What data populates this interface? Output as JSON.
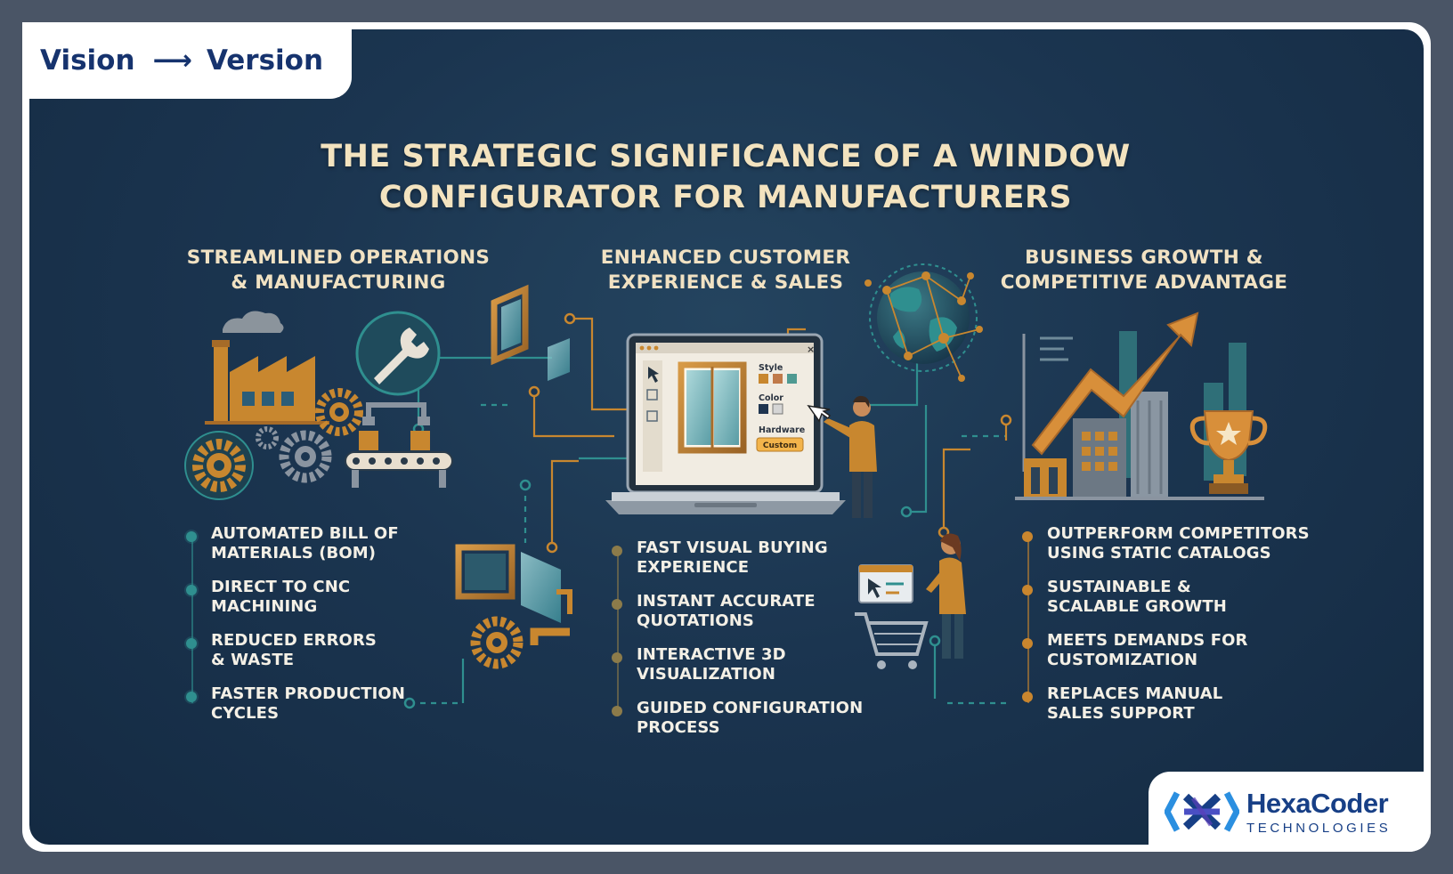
{
  "badge": {
    "left": "Vision",
    "arrow": "⟶",
    "right": "Version"
  },
  "title": {
    "line1": "THE STRATEGIC SIGNIFICANCE OF A WINDOW",
    "line2": "CONFIGURATOR FOR MANUFACTURERS"
  },
  "columns": [
    {
      "line1": "STREAMLINED OPERATIONS",
      "line2": "& MANUFACTURING",
      "bullets": [
        {
          "line1": "AUTOMATED BILL OF",
          "line2": "MATERIALS (BOM)"
        },
        {
          "line1": "DIRECT TO CNC",
          "line2": "MACHINING"
        },
        {
          "line1": "REDUCED ERRORS",
          "line2": "& WASTE"
        },
        {
          "line1": "FASTER PRODUCTION",
          "line2": "CYCLES"
        }
      ]
    },
    {
      "line1": "ENHANCED CUSTOMER",
      "line2": "EXPERIENCE & SALES",
      "bullets": [
        {
          "line1": "FAST VISUAL BUYING",
          "line2": "EXPERIENCE"
        },
        {
          "line1": "INSTANT ACCURATE",
          "line2": "QUOTATIONS"
        },
        {
          "line1": "INTERACTIVE 3D",
          "line2": "VISUALIZATION"
        },
        {
          "line1": "GUIDED CONFIGURATION",
          "line2": "PROCESS"
        }
      ]
    },
    {
      "line1": "BUSINESS GROWTH &",
      "line2": "COMPETITIVE ADVANTAGE",
      "bullets": [
        {
          "line1": "OUTPERFORM COMPETITORS",
          "line2": "USING STATIC CATALOGS"
        },
        {
          "line1": "SUSTAINABLE &",
          "line2": "SCALABLE GROWTH"
        },
        {
          "line1": "MEETS DEMANDS FOR",
          "line2": "CUSTOMIZATION"
        },
        {
          "line1": "REPLACES MANUAL",
          "line2": "SALES SUPPORT"
        }
      ]
    }
  ],
  "screen": {
    "style_label": "Style",
    "color_label": "Color",
    "hardware_label": "Hardware",
    "custom_button": "Custom",
    "close_glyph": "×"
  },
  "logo": {
    "name": "HexaCoder",
    "subtitle": "TECHNOLOGIES"
  },
  "colors": {
    "background": "#1b3550",
    "accent_orange": "#c8872f",
    "accent_teal": "#2f8f8f",
    "title_cream": "#f3e3bf",
    "brand_blue": "#173f86"
  },
  "icons": [
    "factory-icon",
    "wrench-icon",
    "gear-icon",
    "conveyor-icon",
    "window-frame-icon",
    "laptop-icon",
    "globe-network-icon",
    "person-icon",
    "shopping-cart-icon",
    "growth-arrow-icon",
    "trophy-icon",
    "city-buildings-icon",
    "hexacoder-logo-icon"
  ]
}
